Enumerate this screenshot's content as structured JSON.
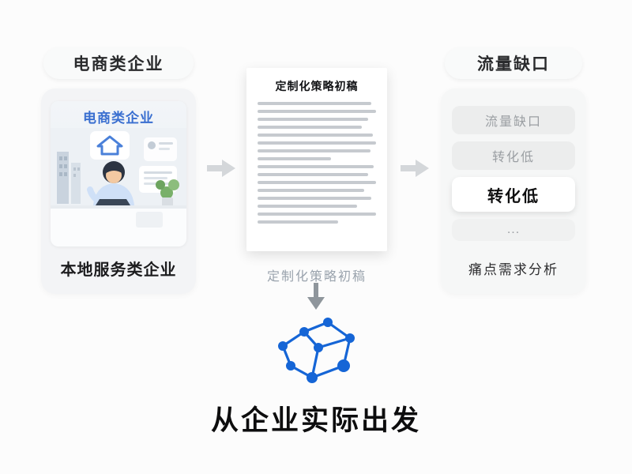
{
  "canvas": {
    "background": "#fcfcfc"
  },
  "left": {
    "pill_label": "电商类企业",
    "card_title": "电商类企业",
    "caption": "本地服务类企业"
  },
  "center": {
    "doc_title": "定制化策略初稿",
    "doc_caption": "定制化策略初稿",
    "headline": "从企业实际出发"
  },
  "right": {
    "pill_label": "流量缺口",
    "items": [
      {
        "label": "流量缺口",
        "emphasis": false
      },
      {
        "label": "转化低",
        "emphasis": false
      },
      {
        "label": "转化低",
        "emphasis": true
      },
      {
        "label": "...",
        "emphasis": false
      }
    ],
    "caption": "痛点需求分析"
  },
  "colors": {
    "accent_blue": "#3a6fd0",
    "network_blue": "#1565d6",
    "arrow_gray": "#d4d7da",
    "muted_text": "#9aa3ad"
  },
  "icons": [
    "arrow-right-icon",
    "arrow-down-icon",
    "network-graph-icon",
    "house-icon",
    "plant-icon"
  ]
}
